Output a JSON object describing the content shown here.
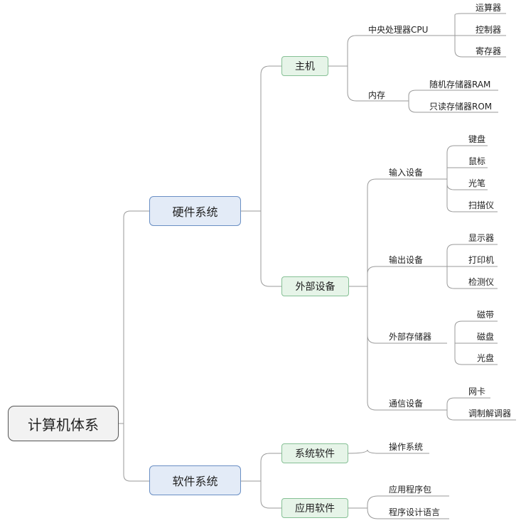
{
  "root": "计算机体系",
  "hardware": {
    "label": "硬件系统",
    "host": {
      "label": "主机",
      "cpu": {
        "label": "中央处理器CPU",
        "items": [
          "运算器",
          "控制器",
          "寄存器"
        ]
      },
      "memory": {
        "label": "内存",
        "items": [
          "随机存储器RAM",
          "只读存储器ROM"
        ]
      }
    },
    "peripherals": {
      "label": "外部设备",
      "input": {
        "label": "输入设备",
        "items": [
          "键盘",
          "鼠标",
          "光笔",
          "扫描仪"
        ]
      },
      "output": {
        "label": "输出设备",
        "items": [
          "显示器",
          "打印机",
          "检测仪"
        ]
      },
      "storage": {
        "label": "外部存储器",
        "items": [
          "磁带",
          "磁盘",
          "光盘"
        ]
      },
      "comm": {
        "label": "通信设备",
        "items": [
          "网卡",
          "调制解调器"
        ]
      }
    }
  },
  "software": {
    "label": "软件系统",
    "system": {
      "label": "系统软件",
      "items": [
        "操作系统"
      ]
    },
    "application": {
      "label": "应用软件",
      "items": [
        "应用程序包",
        "程序设计语言"
      ]
    }
  },
  "colors": {
    "line": "#9a9a9a",
    "blue_border": "#6a8fc4",
    "green_border": "#86c095"
  }
}
